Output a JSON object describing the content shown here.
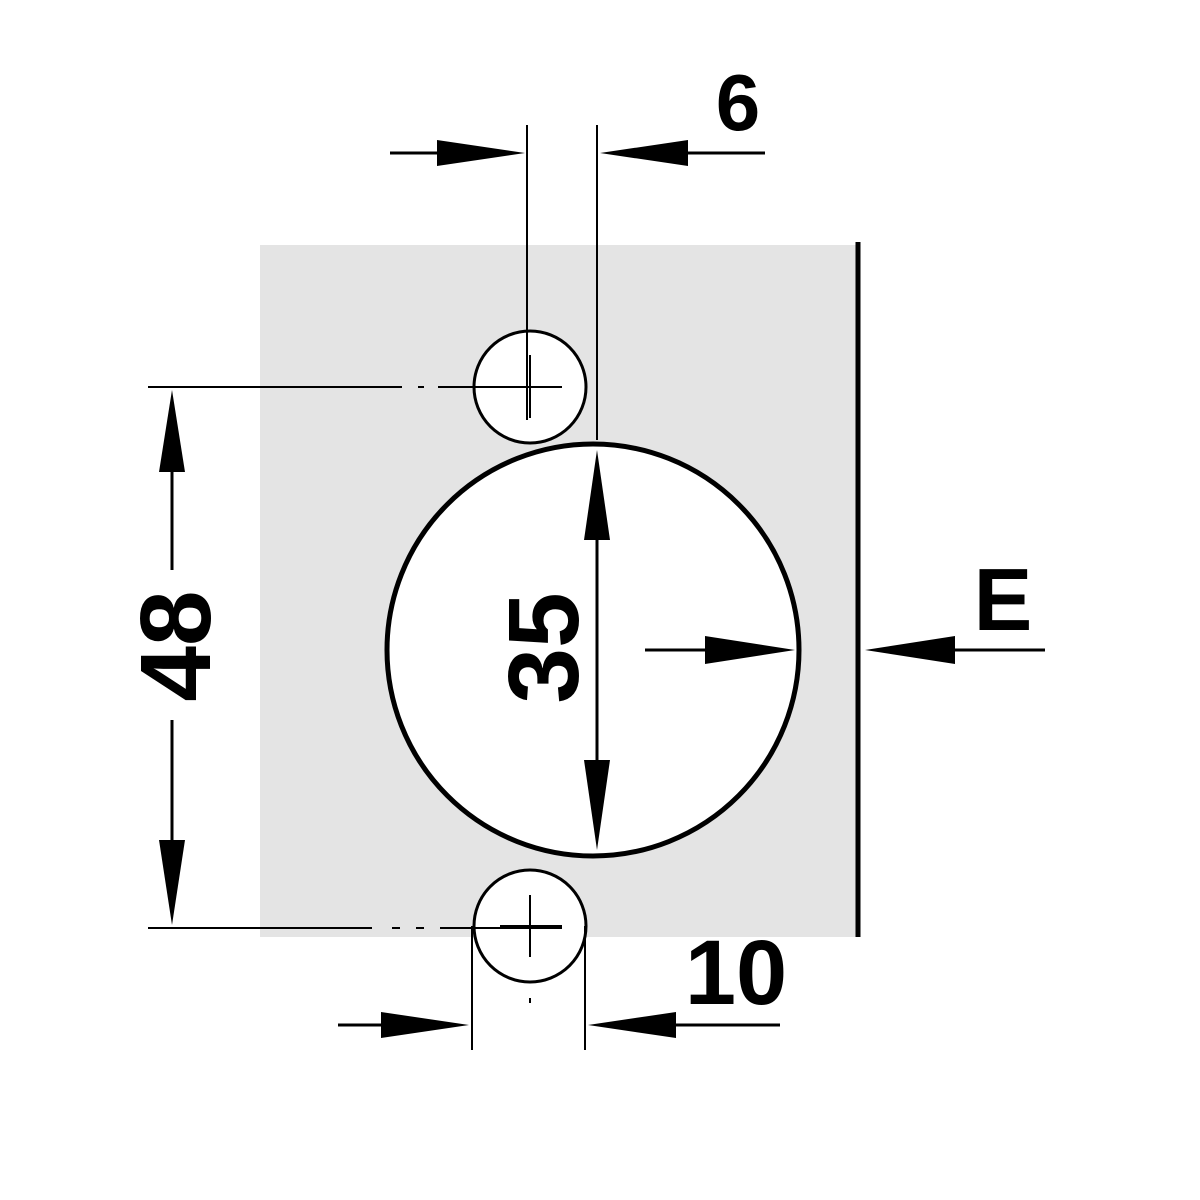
{
  "labels": {
    "screw_spacing": "6",
    "vertical_spacing": "48",
    "cup_diameter": "35",
    "edge_distance": "E",
    "screw_hole_width": "10"
  },
  "colors": {
    "panel_fill": "#e4e4e4",
    "line": "#000000",
    "hole_fill": "#ffffff"
  }
}
